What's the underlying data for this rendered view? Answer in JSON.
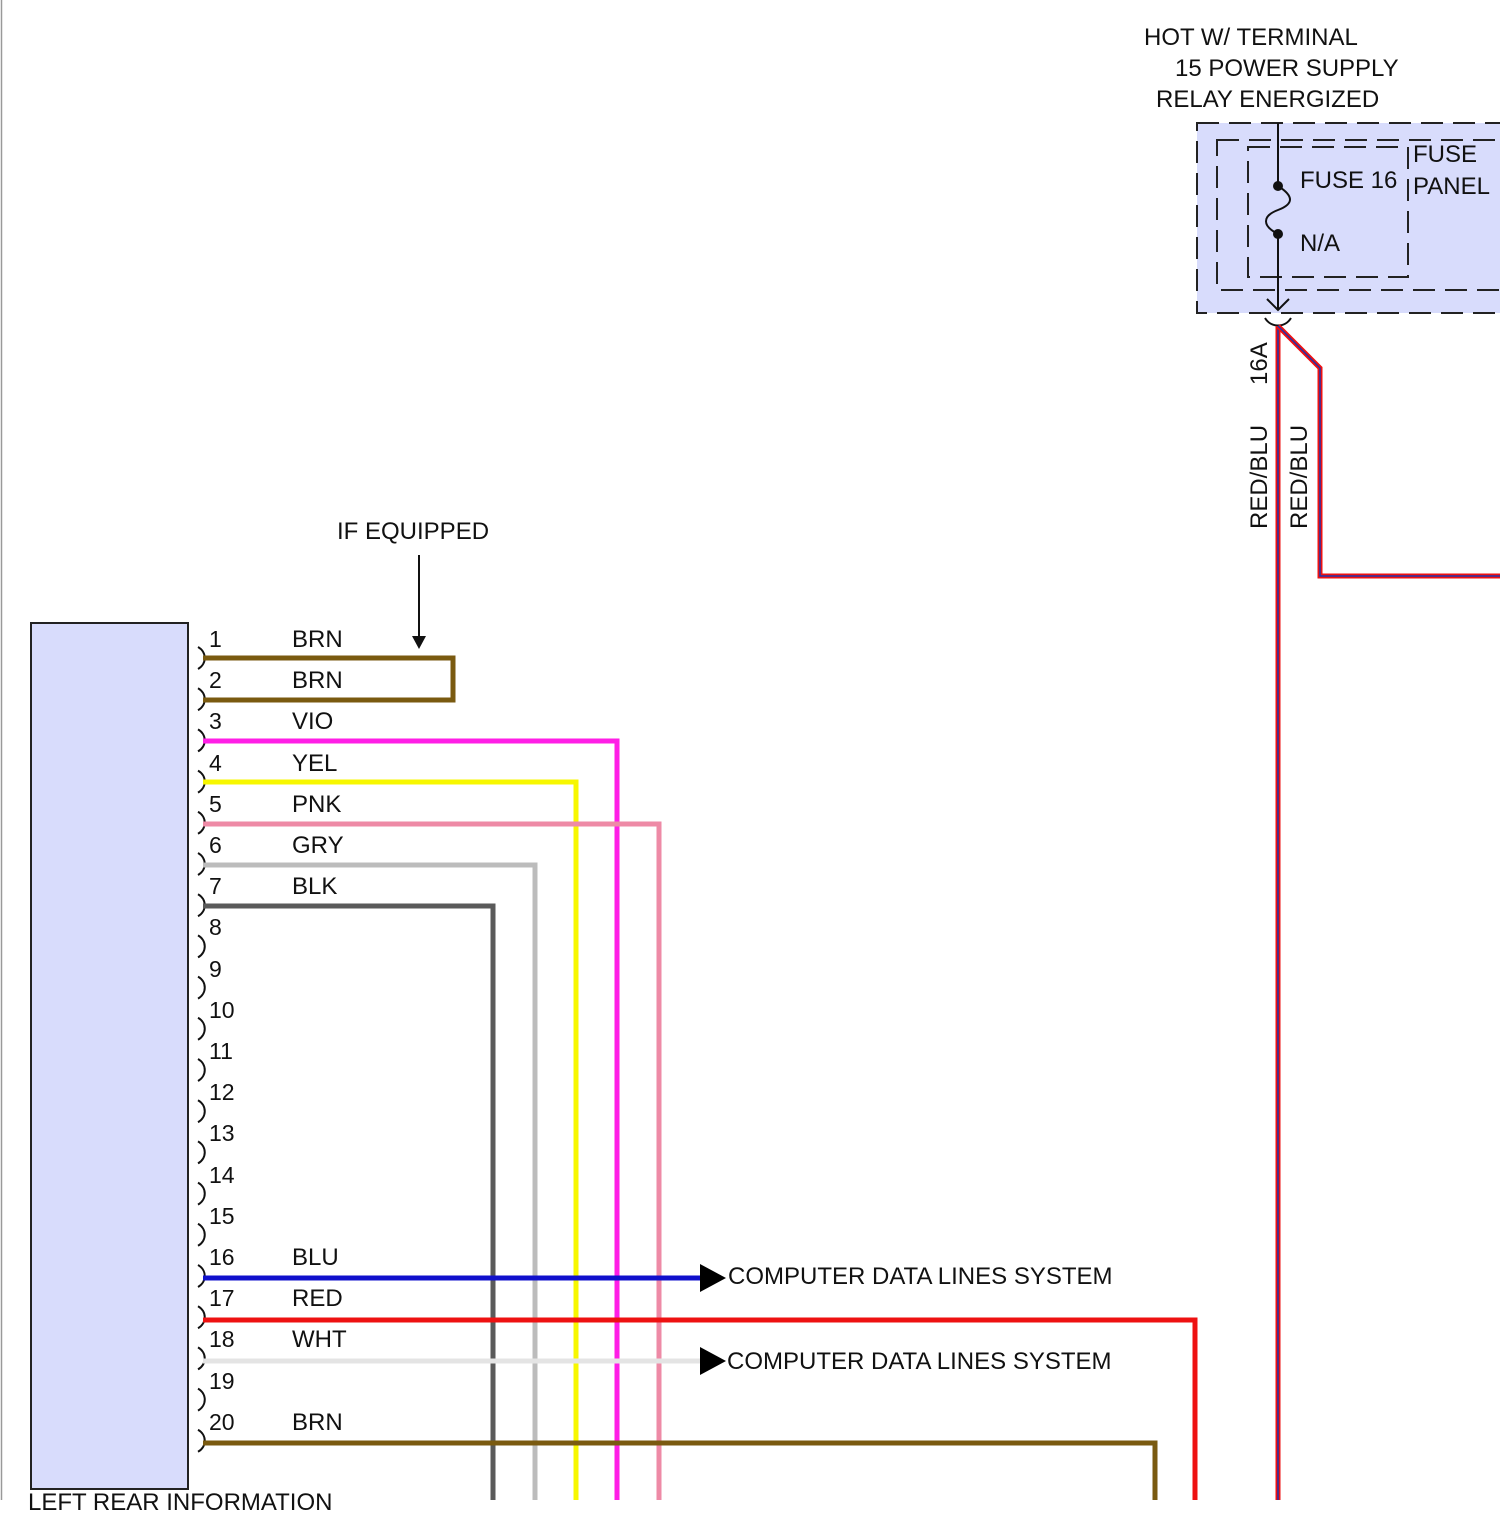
{
  "power": {
    "heading_line1": "HOT W/ TERMINAL",
    "heading_line2": "15 POWER SUPPLY",
    "heading_line3": "RELAY ENERGIZED"
  },
  "fuse": {
    "name": "FUSE 16",
    "rating": "N/A",
    "panel_line1": "FUSE",
    "panel_line2": "PANEL",
    "wire_size": "16A",
    "wire_color_left": "RED/BLU",
    "wire_color_right": "RED/BLU"
  },
  "if_equipped": "IF EQUIPPED",
  "pins": [
    {
      "num": "1",
      "color_name": "BRN"
    },
    {
      "num": "2",
      "color_name": "BRN"
    },
    {
      "num": "3",
      "color_name": "VIO"
    },
    {
      "num": "4",
      "color_name": "YEL"
    },
    {
      "num": "5",
      "color_name": "PNK"
    },
    {
      "num": "6",
      "color_name": "GRY"
    },
    {
      "num": "7",
      "color_name": "BLK"
    },
    {
      "num": "8",
      "color_name": ""
    },
    {
      "num": "9",
      "color_name": ""
    },
    {
      "num": "10",
      "color_name": ""
    },
    {
      "num": "11",
      "color_name": ""
    },
    {
      "num": "12",
      "color_name": ""
    },
    {
      "num": "13",
      "color_name": ""
    },
    {
      "num": "14",
      "color_name": ""
    },
    {
      "num": "15",
      "color_name": ""
    },
    {
      "num": "16",
      "color_name": "BLU"
    },
    {
      "num": "17",
      "color_name": "RED"
    },
    {
      "num": "18",
      "color_name": "WHT"
    },
    {
      "num": "19",
      "color_name": ""
    },
    {
      "num": "20",
      "color_name": "BRN"
    }
  ],
  "data_line_labels": [
    "COMPUTER DATA LINES SYSTEM",
    "COMPUTER DATA LINES SYSTEM"
  ],
  "bottom_label": "LEFT REAR INFORMATION",
  "colors": {
    "brown": "#7a5a10",
    "violet": "#ff1ee6",
    "yellow": "#f7f700",
    "pink": "#ee8aa6",
    "gray": "#bcbcbc",
    "black": "#5a5a5a",
    "blue": "#1010cc",
    "red": "#ee1111",
    "white": "#e4e4e4",
    "component_fill": "#d8dcfc",
    "red_blu": "#dd1144"
  }
}
